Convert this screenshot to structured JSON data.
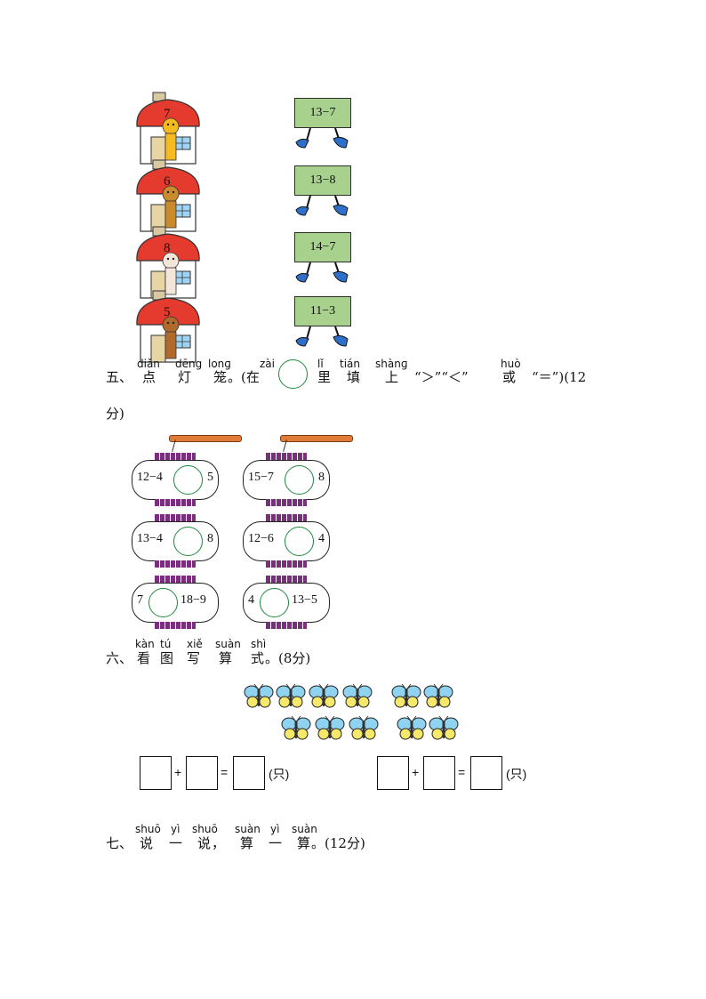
{
  "houses": [
    {
      "number": "7",
      "animal": "giraffe"
    },
    {
      "number": "6",
      "animal": "monkey"
    },
    {
      "number": "8",
      "animal": "rabbit"
    },
    {
      "number": "5",
      "animal": "dog"
    }
  ],
  "cards": [
    "13−7",
    "13−8",
    "14−7",
    "11−3"
  ],
  "section5": {
    "num": "五、",
    "words": [
      {
        "py": "diǎn",
        "hz": "点"
      },
      {
        "py": "dēng",
        "hz": "灯"
      },
      {
        "py": "lonɡ",
        "hz": "笼"
      }
    ],
    "mid1": "。(在",
    "py_zai": "zài",
    "words2": [
      {
        "py": "lǐ",
        "hz": "里"
      },
      {
        "py": "tián",
        "hz": "填"
      },
      {
        "py": "shànɡ",
        "hz": "上"
      }
    ],
    "symbols": "“＞”“＜”",
    "py_huo": "huò",
    "hz_huo": "或",
    "eq": "“＝”)(12",
    "fen": "分)"
  },
  "lanterns": [
    {
      "left": "12−4",
      "right": "5"
    },
    {
      "left": "15−7",
      "right": "8"
    },
    {
      "left": "13−4",
      "right": "8"
    },
    {
      "left": "12−6",
      "right": "4"
    },
    {
      "left": "7",
      "right": "18−9"
    },
    {
      "left": "4",
      "right": "13−5"
    }
  ],
  "section6": {
    "num": "六、",
    "words": [
      {
        "py": "kàn",
        "hz": "看"
      },
      {
        "py": "tú",
        "hz": "图"
      },
      {
        "py": "xiě",
        "hz": "写"
      },
      {
        "py": "suàn",
        "hz": "算"
      },
      {
        "py": "shì",
        "hz": "式"
      }
    ],
    "tail": "。(8分)"
  },
  "equation": {
    "plus": "+",
    "equals": "=",
    "unit": "(只)"
  },
  "section7": {
    "num": "七、",
    "words": [
      {
        "py": "shuō",
        "hz": "说"
      },
      {
        "py": "yì",
        "hz": "一"
      },
      {
        "py": "shuō",
        "hz": "说"
      },
      {
        "py": "",
        "hz": "，"
      },
      {
        "py": "suàn",
        "hz": "算"
      },
      {
        "py": "yì",
        "hz": "一"
      },
      {
        "py": "suàn",
        "hz": "算"
      }
    ],
    "tail": "。(12分)"
  }
}
